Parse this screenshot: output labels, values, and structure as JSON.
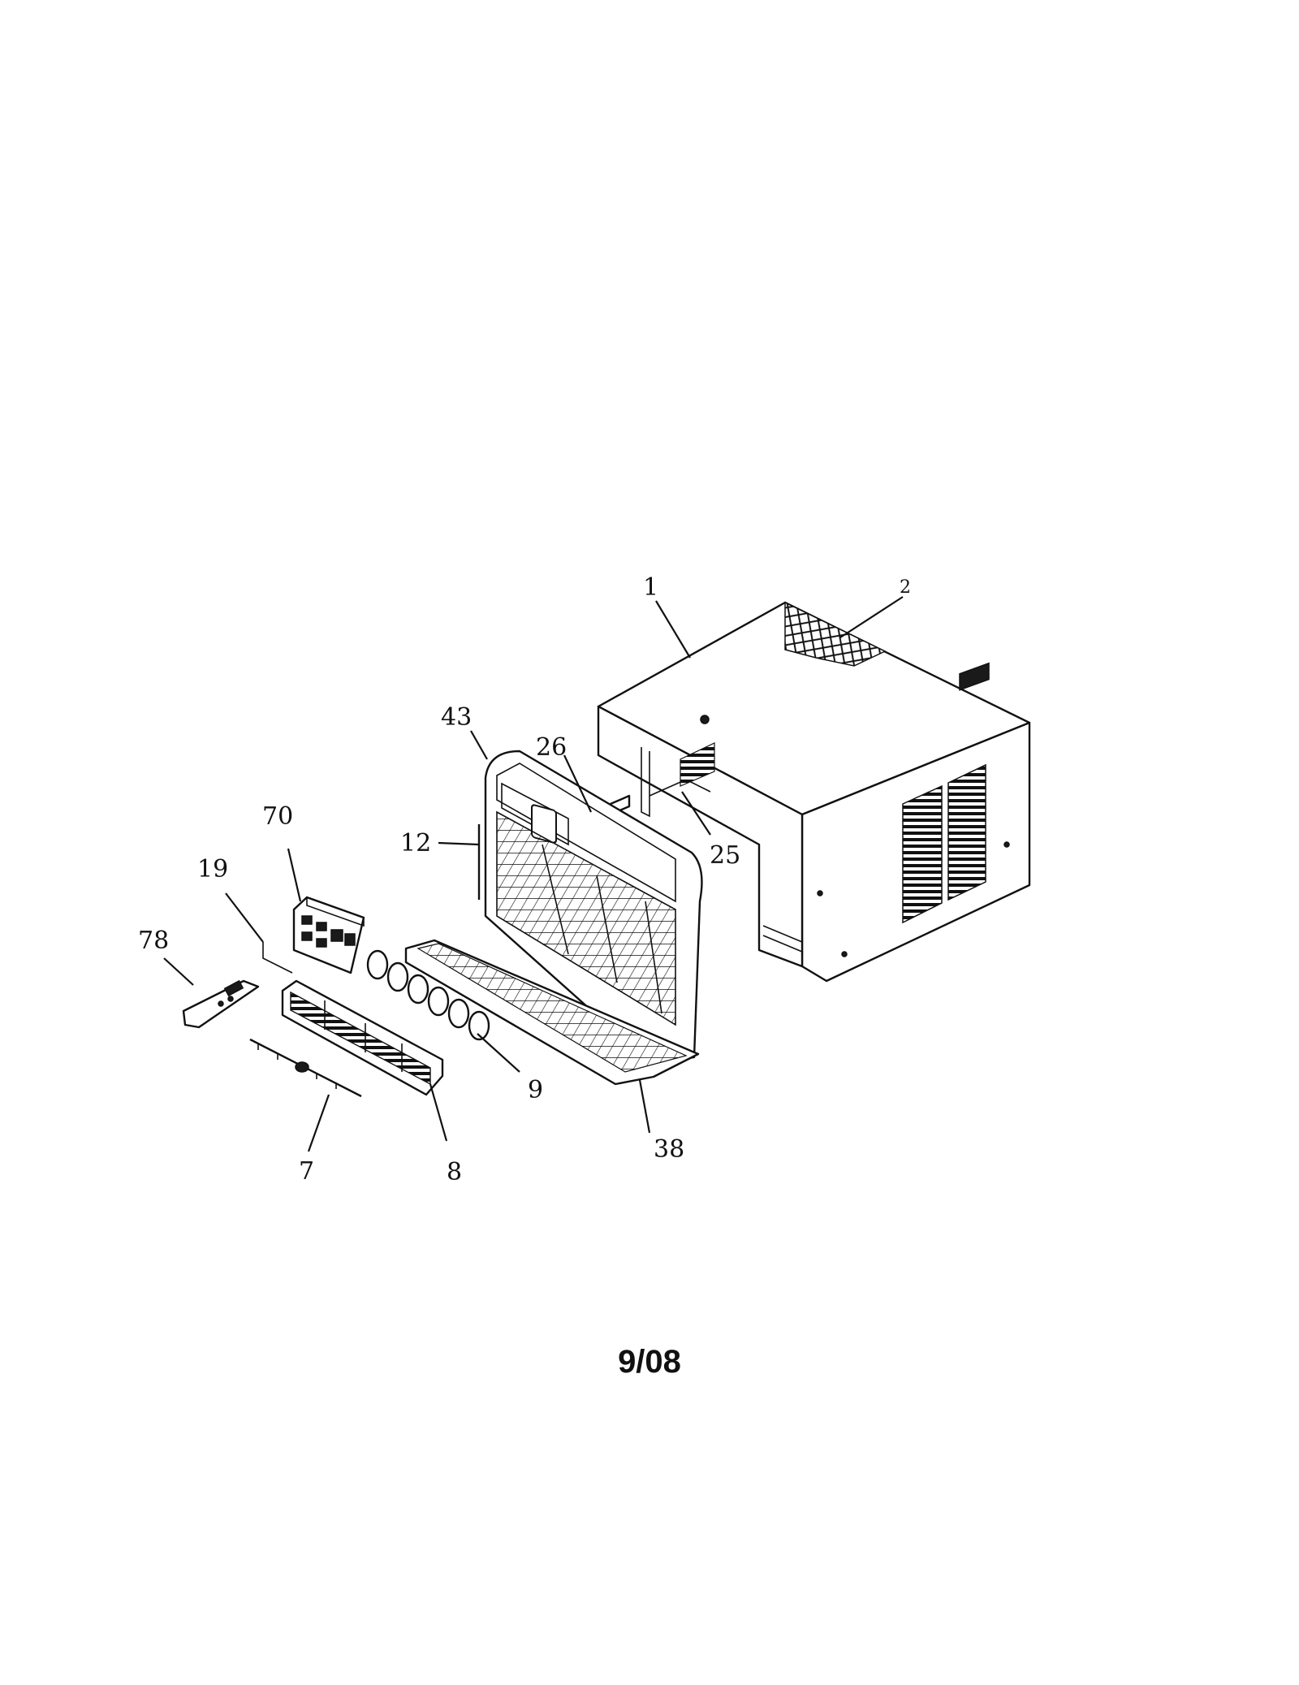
{
  "callouts": {
    "p1": "1",
    "p2": "2",
    "p7": "7",
    "p8": "8",
    "p9": "9",
    "p12": "12",
    "p19": "19",
    "p25": "25",
    "p26": "26",
    "p38": "38",
    "p43": "43",
    "p70": "70",
    "p78": "78"
  },
  "footer": {
    "date": "9/08"
  }
}
